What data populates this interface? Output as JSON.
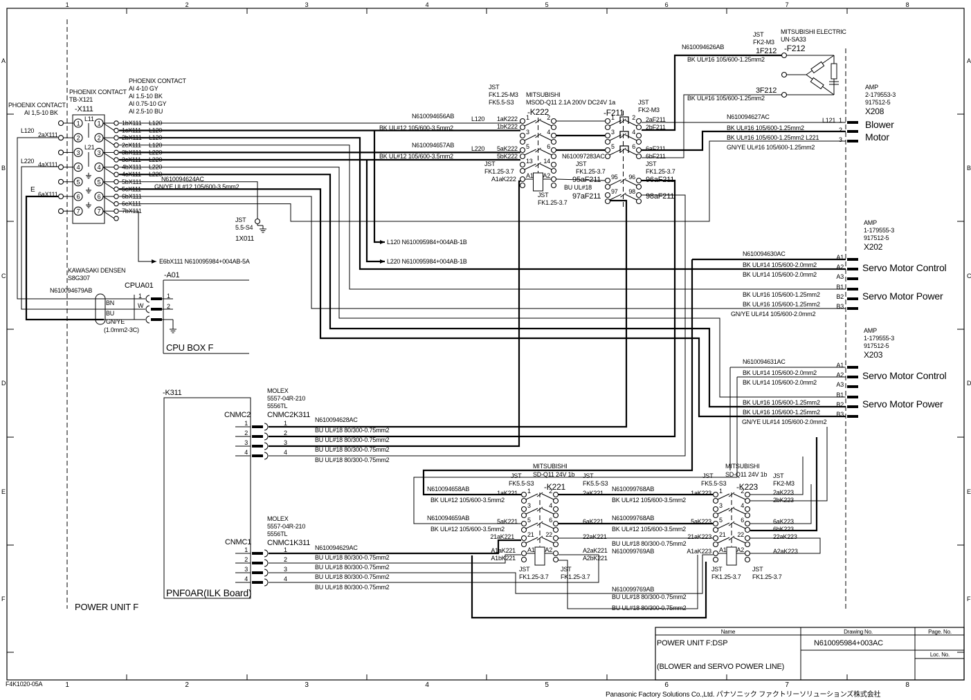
{
  "frame": {
    "columns": [
      "1",
      "2",
      "3",
      "4",
      "5",
      "6",
      "7",
      "8"
    ],
    "rows": [
      "A",
      "B",
      "C",
      "D",
      "E",
      "F"
    ],
    "drawing_code": "F4K1020-05A",
    "company": "Panasonic Factory Solutions Co.,Ltd. パナソニック ファクトリーソリューションズ株式会社"
  },
  "x111": {
    "labels": [
      "PHOENIX CONTACT",
      "AI 1,5-10 BK",
      "PHOENIX CONTACT",
      "TB-X121",
      "-X111",
      "PHOENIX CONTACT",
      "AI 4-10 GY",
      "AI 1.5-10 BK",
      "AI 0.75-10 GY",
      "AI 2.5-10 BU",
      "L11",
      "L21",
      "L120",
      "2aX111",
      "L220",
      "4aX111",
      "E",
      "6aX111"
    ],
    "terminals": [
      "1",
      "2",
      "3",
      "4",
      "5",
      "6",
      "7"
    ],
    "branches": [
      "1bX111",
      "1cX111",
      "2bX111",
      "2cX111",
      "3bX111",
      "3cX111",
      "4bX111",
      "4cX111",
      "5bX111",
      "5cX111",
      "6bX111",
      "6cX111",
      "7bX111"
    ],
    "signals": [
      "L120",
      "L120",
      "L120",
      "L120",
      "L220",
      "L220",
      "L220",
      "L220"
    ],
    "gnd_wire": [
      "N610094624AC",
      "GN/YE UL#12 105/600-3.5mm2"
    ]
  },
  "ground_x011": [
    "JST",
    "5.5-S4",
    "1X011"
  ],
  "arrows": [
    "L120 N610095984+004AB-1B",
    "L220 N610095984+004AB-1B",
    "E6bX111 N610095984+004AB-5A"
  ],
  "cpu": [
    "KAWASAKI DENSEN",
    "S8G307",
    "N610094679AB",
    "CPUA01",
    "-A01",
    "1",
    "W",
    "BN",
    "BU",
    "GN/YE",
    "(1.0mm2-3C)",
    "1",
    "2",
    "CPU BOX F"
  ],
  "k311": {
    "labels": [
      "-K311",
      "CNMC2",
      "MOLEX",
      "5557-04R-210",
      "5556TL",
      "CNMC2K311",
      "N610094628AC",
      "BU   UL#18 80/300-0.75mm2",
      "BU   UL#18 80/300-0.75mm2",
      "BU   UL#18 80/300-0.75mm2",
      "BU   UL#18 80/300-0.75mm2",
      "CNMC1",
      "MOLEX",
      "5557-04R-210",
      "5556TL",
      "CNMC1K311",
      "N610094629AC",
      "BU   UL#18 80/300-0.75mm2",
      "BU   UL#18 80/300-0.75mm2",
      "BU   UL#18 80/300-0.75mm2",
      "BU   UL#18 80/300-0.75mm2",
      "PNF0AR(ILK Board)",
      "POWER  UNIT F"
    ],
    "pins": [
      "1",
      "2",
      "3",
      "4"
    ]
  },
  "k222": {
    "labels": [
      "JST",
      "FK1.25-M3",
      "FK5.5-S3",
      "MITSUBISHI",
      "MSOD-Q11 2.1A 200V DC24V 1a",
      "-K222",
      "N610094656AB",
      "L120",
      "1aK222",
      "1bK222",
      "BK UL#12 105/600-3.5mm2",
      "N610094657AB",
      "L220",
      "5aK222",
      "5bK222",
      "BK UL#12 105/600-3.5mm2",
      "JST",
      "FK1.25-3.7",
      "A1aK222",
      "JST",
      "FK1.25-3.7",
      "N610097283AC"
    ],
    "pins_left": [
      "1",
      "3",
      "5",
      "13",
      "A1"
    ],
    "pins_right": [
      "2",
      "4",
      "6",
      "14",
      "A2"
    ]
  },
  "f211": {
    "labels": [
      "-F211",
      "JST",
      "FK2-M3",
      "2aF211",
      "2bF211",
      "6aF211",
      "6bF211",
      "JST",
      "FK1.25-3.7",
      "95aF211",
      "BU UL#18",
      "97aF211",
      "JST",
      "FK1.25-3.7",
      "96aF211",
      "98aF211"
    ],
    "pins_left": [
      "1",
      "3",
      "5",
      "95",
      "97"
    ],
    "pins_right": [
      "2",
      "4",
      "6",
      "96",
      "98"
    ]
  },
  "f212": [
    "N610094626AB",
    "BK UL#16 105/600-1.25mm2",
    "JST",
    "FK2-M3",
    "1F212",
    "MITSUBISHI ELECTRIC",
    "UN-SA33",
    "-F212",
    "3F212",
    "BK UL#16 105/600-1.25mm2"
  ],
  "x208": [
    "N610094627AC",
    "L121",
    "1",
    "BK UL#16 105/600-1.25mm2",
    "2",
    "BK UL#16 105/600-1.25mm2 L221",
    "3",
    "GN/YE UL#16 105/600-1.25mm2",
    "AMP",
    "2-179553-3",
    "917512-5",
    "X208",
    "Blower",
    "Motor"
  ],
  "x202": {
    "labels": [
      "AMP",
      "1-179555-3",
      "917512-5",
      "X202",
      "N610094630AC",
      "BK UL#14 105/600-2.0mm2",
      "BK UL#14 105/600-2.0mm2",
      "BK UL#16 105/600-1.25mm2",
      "BK UL#16 105/600-1.25mm2",
      "GN/YE UL#14 105/600-2.0mm2",
      "Servo Motor Control",
      "Servo Motor Power"
    ],
    "pins": [
      "A1",
      "A2",
      "A3",
      "B1",
      "B2",
      "B3"
    ]
  },
  "x203": {
    "labels": [
      "AMP",
      "1-179555-3",
      "917512-5",
      "X203",
      "N610094631AC",
      "BK UL#14 105/600-2.0mm2",
      "BK UL#14 105/600-2.0mm2",
      "BK UL#16 105/600-1.25mm2",
      "BK UL#16 105/600-1.25mm2",
      "GN/YE UL#14 105/600-2.0mm2",
      "Servo Motor Control",
      "Servo Motor Power"
    ],
    "pins": [
      "A1",
      "A2",
      "A3",
      "B1",
      "B2",
      "B3"
    ]
  },
  "k221": {
    "labels": [
      "MITSUBISHI",
      "SD-Q11 24V 1b",
      "JST",
      "FK5.5-S3",
      "-K221",
      "JST",
      "FK5.5-S3",
      "N610094658AB",
      "1aK221",
      "2aK221",
      "N610099768AB",
      "BK  UL#12 105/600-3.5mm2",
      "BK UL#12 105/600-3.5mm2",
      "N610094659AB",
      "5aK221",
      "6aK221",
      "N610099768AB",
      "BK  UL#12 105/600-3.5mm2",
      "BK UL#12 105/600-3.5mm2",
      "21aK221",
      "22aK221",
      "BU UL#18 80/300-0.75mm2",
      "A1aK221",
      "A2aK221",
      "N610099769AB",
      "A1bK221",
      "A2bK221",
      "JST",
      "FK1.25-3.7",
      "JST",
      "FK1.25-3.7",
      "N610099769AB",
      "BU UL#18 80/300-0.75mm2",
      "BU UL#18 80/300-0.75mm2"
    ],
    "pins_left": [
      "1",
      "3",
      "5",
      "21",
      "A1"
    ],
    "pins_right": [
      "2",
      "4",
      "6",
      "22",
      "A2"
    ]
  },
  "k223": {
    "labels": [
      "MITSUBISHI",
      "SD-Q11 24V 1b",
      "JST",
      "FK5.5-S3",
      "-K223",
      "JST",
      "FK2-M3",
      "1aK223",
      "2aK223",
      "2bK223",
      "5aK223",
      "6aK223",
      "6bK223",
      "21aK223",
      "22aK223",
      "A1aK223",
      "A2aK223",
      "JST",
      "FK1.25-3.7",
      "JST",
      "FK1.25-3.7"
    ],
    "pins_left": [
      "1",
      "3",
      "5",
      "21",
      "A1"
    ],
    "pins_right": [
      "2",
      "4",
      "6",
      "22",
      "A2"
    ]
  },
  "title_block": [
    "Name",
    "Drawing No.",
    "Page. No.",
    "POWER UNIT F:DSP",
    "N610095984+003AC",
    "(BLOWER and SERVO POWER LINE)",
    "Loc. No."
  ]
}
